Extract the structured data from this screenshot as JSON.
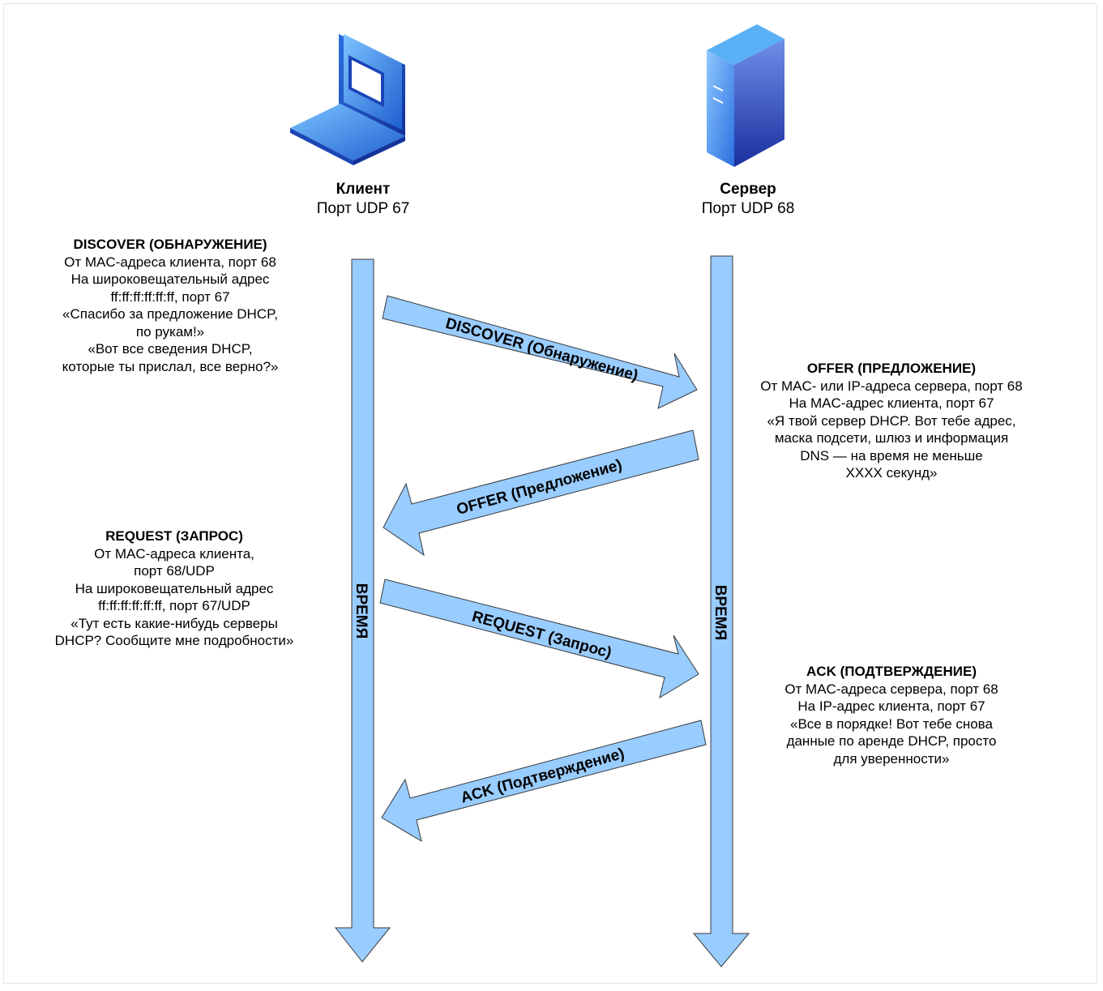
{
  "actors": {
    "client": {
      "name": "Клиент",
      "port": "Порт UDP 67"
    },
    "server": {
      "name": "Сервер",
      "port": "Порт UDP 68"
    }
  },
  "timelines": {
    "client_label": "ВРЕМЯ",
    "server_label": "ВРЕМЯ"
  },
  "arrows": {
    "discover": "DISCOVER (Обнаружение)",
    "offer": "OFFER (Предложение)",
    "request": "REQUEST (Запрос)",
    "ack": "ACK (Подтверждение)"
  },
  "notes": {
    "discover": {
      "title": "DISCOVER (ОБНАРУЖЕНИЕ)",
      "lines": [
        "От MAC-адреса клиента, порт 68",
        "На широковещательный адрес",
        "ff:ff:ff:ff:ff:ff, порт 67",
        "«Спасибо за предложение DHCP,",
        "по рукам!»",
        "«Вот все сведения DHCP,",
        "которые ты прислал, все верно?»"
      ]
    },
    "offer": {
      "title": "OFFER (ПРЕДЛОЖЕНИЕ)",
      "lines": [
        "От MAC- или IP-адреса сервера, порт 68",
        "На MAC-адрес клиента, порт 67",
        "«Я твой сервер DHCP. Вот тебе адрес,",
        "маска подсети, шлюз и информация",
        "DNS — на время не меньше",
        "XXXX секунд»"
      ]
    },
    "request": {
      "title": "REQUEST (ЗАПРОС)",
      "lines": [
        "От MAC-адреса клиента,",
        "порт 68/UDP",
        "На широковещательный адрес",
        "ff:ff:ff:ff:ff:ff, порт 67/UDP",
        "«Тут есть какие-нибудь серверы",
        "DHCP? Сообщите мне подробности»"
      ]
    },
    "ack": {
      "title": "ACK (ПОДТВЕРЖДЕНИЕ)",
      "lines": [
        "От MAC-адреса сервера, порт 68",
        "На IP-адрес клиента, порт 67",
        "«Все в порядке! Вот тебе снова",
        "данные по аренде DHCP, просто",
        "для уверенности»"
      ]
    }
  },
  "colors": {
    "arrow_fill": "#99ccff",
    "arrow_stroke": "#36393d",
    "icon_light": "#5ab0f5",
    "icon_dark": "#1a3fa8"
  },
  "icons": {
    "client": "laptop-icon",
    "server": "server-icon"
  }
}
